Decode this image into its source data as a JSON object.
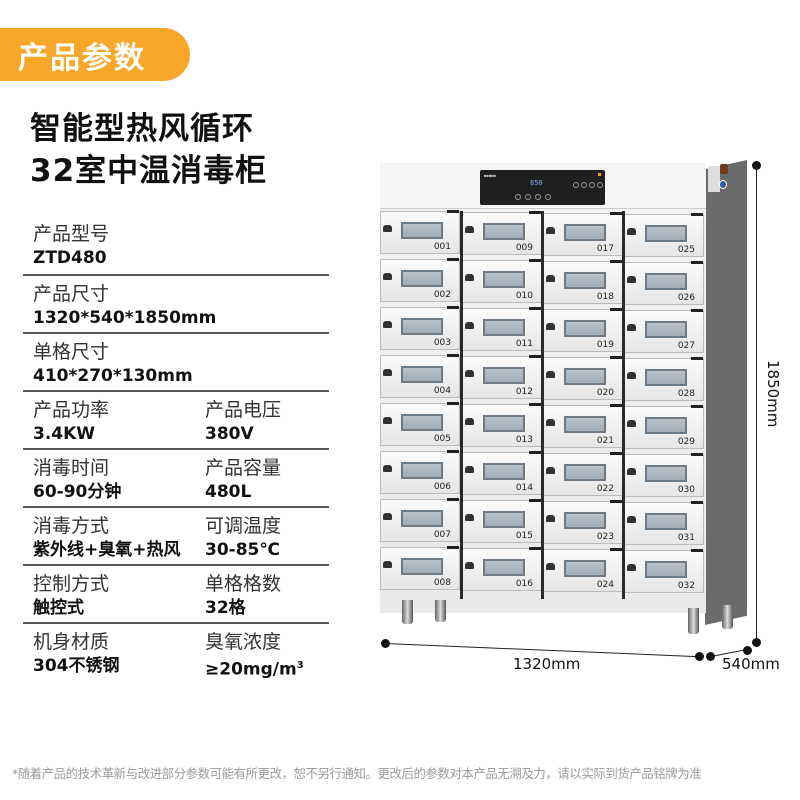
{
  "header": {
    "badge": "产品参数",
    "title_line1": "智能型热风循环",
    "title_line2": "32室中温消毒柜",
    "badge_color": "#f9a72b"
  },
  "specs": {
    "model": {
      "label": "产品型号",
      "value": "ZTD480"
    },
    "size": {
      "label": "产品尺寸",
      "value": "1320*540*1850mm"
    },
    "cell_size": {
      "label": "单格尺寸",
      "value": "410*270*130mm"
    },
    "power": {
      "label": "产品功率",
      "value": "3.4KW"
    },
    "voltage": {
      "label": "产品电压",
      "value": "380V"
    },
    "time": {
      "label": "消毒时间",
      "value": "60-90分钟"
    },
    "capacity": {
      "label": "产品容量",
      "value": "480L"
    },
    "method": {
      "label": "消毒方式",
      "value": "紫外线+臭氧+热风"
    },
    "temperature": {
      "label": "可调温度",
      "value": "30-85℃"
    },
    "control": {
      "label": "控制方式",
      "value": "触控式"
    },
    "cells": {
      "label": "单格格数",
      "value": "32格"
    },
    "material": {
      "label": "机身材质",
      "value": "304不锈钢"
    },
    "ozone": {
      "label": "臭氧浓度",
      "value": "≥20mg/m",
      "value_sup": "3"
    }
  },
  "product_image": {
    "control_panel_display": "850",
    "door_numbers": [
      [
        "001",
        "002",
        "003",
        "004",
        "005",
        "006",
        "007",
        "008"
      ],
      [
        "009",
        "010",
        "011",
        "012",
        "013",
        "014",
        "015",
        "016"
      ],
      [
        "017",
        "018",
        "019",
        "020",
        "021",
        "022",
        "023",
        "024"
      ],
      [
        "025",
        "026",
        "027",
        "028",
        "029",
        "030",
        "031",
        "032"
      ]
    ],
    "dimensions": {
      "width": "1320mm",
      "depth": "540mm",
      "height": "1850mm"
    }
  },
  "footnote": "*随着产品的技术革新与改进部分参数可能有所更改，恕不另行通知。更改后的参数对本产品无溯及力，请以实际到货产品铭牌为准"
}
